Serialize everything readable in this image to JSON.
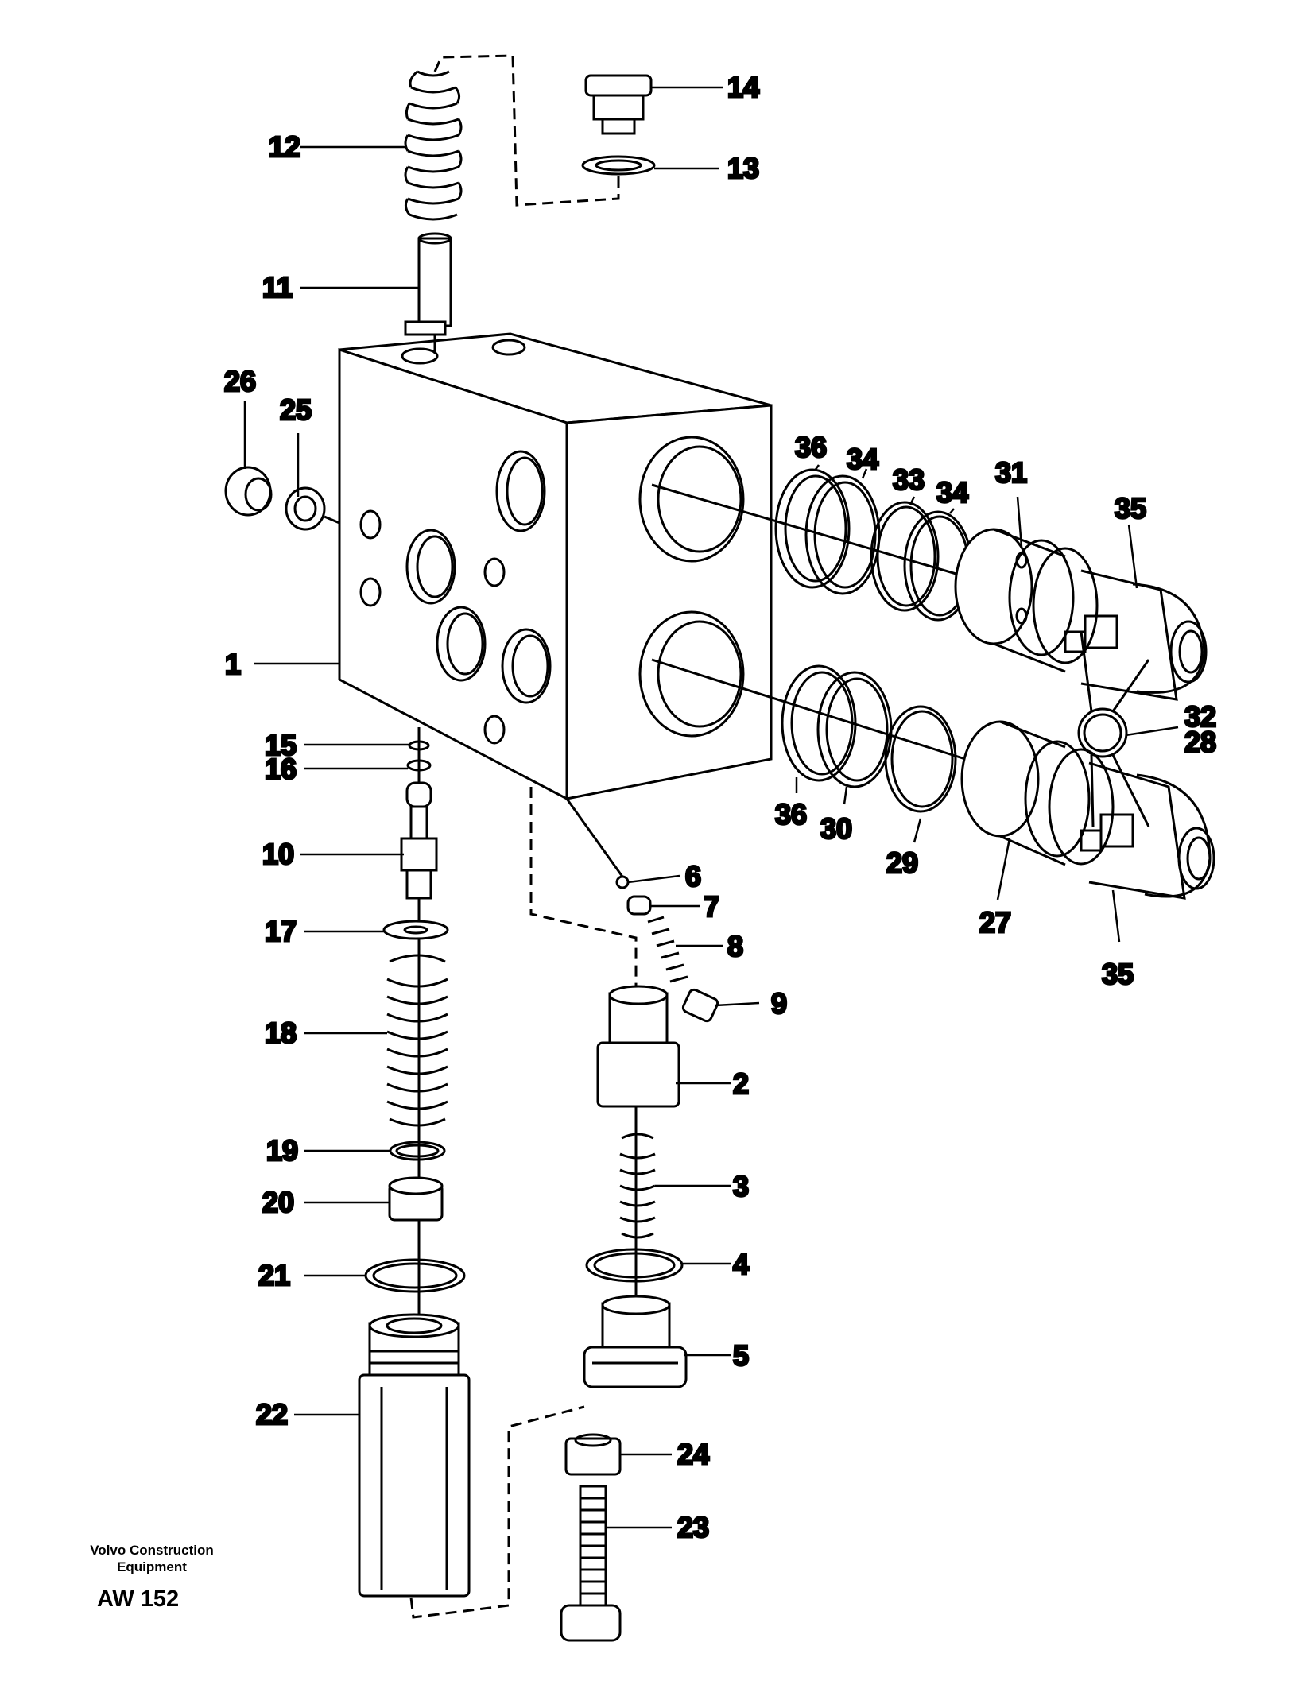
{
  "callouts": [
    {
      "label": "1"
    },
    {
      "label": "2"
    },
    {
      "label": "3"
    },
    {
      "label": "4"
    },
    {
      "label": "5"
    },
    {
      "label": "6"
    },
    {
      "label": "7"
    },
    {
      "label": "8"
    },
    {
      "label": "9"
    },
    {
      "label": "10"
    },
    {
      "label": "11"
    },
    {
      "label": "12"
    },
    {
      "label": "13"
    },
    {
      "label": "14"
    },
    {
      "label": "15"
    },
    {
      "label": "16"
    },
    {
      "label": "17"
    },
    {
      "label": "18"
    },
    {
      "label": "19"
    },
    {
      "label": "20"
    },
    {
      "label": "21"
    },
    {
      "label": "22"
    },
    {
      "label": "23"
    },
    {
      "label": "24"
    },
    {
      "label": "25"
    },
    {
      "label": "26"
    },
    {
      "label": "27"
    },
    {
      "label": "28"
    },
    {
      "label": "29"
    },
    {
      "label": "30"
    },
    {
      "label": "31"
    },
    {
      "label": "32"
    },
    {
      "label": "33"
    },
    {
      "label": "34"
    },
    {
      "label": "34"
    },
    {
      "label": "35"
    },
    {
      "label": "35"
    },
    {
      "label": "36"
    },
    {
      "label": "36"
    }
  ],
  "footer": {
    "maker_line1": "Volvo Construction",
    "maker_line2": "Equipment",
    "code": "AW 152"
  }
}
